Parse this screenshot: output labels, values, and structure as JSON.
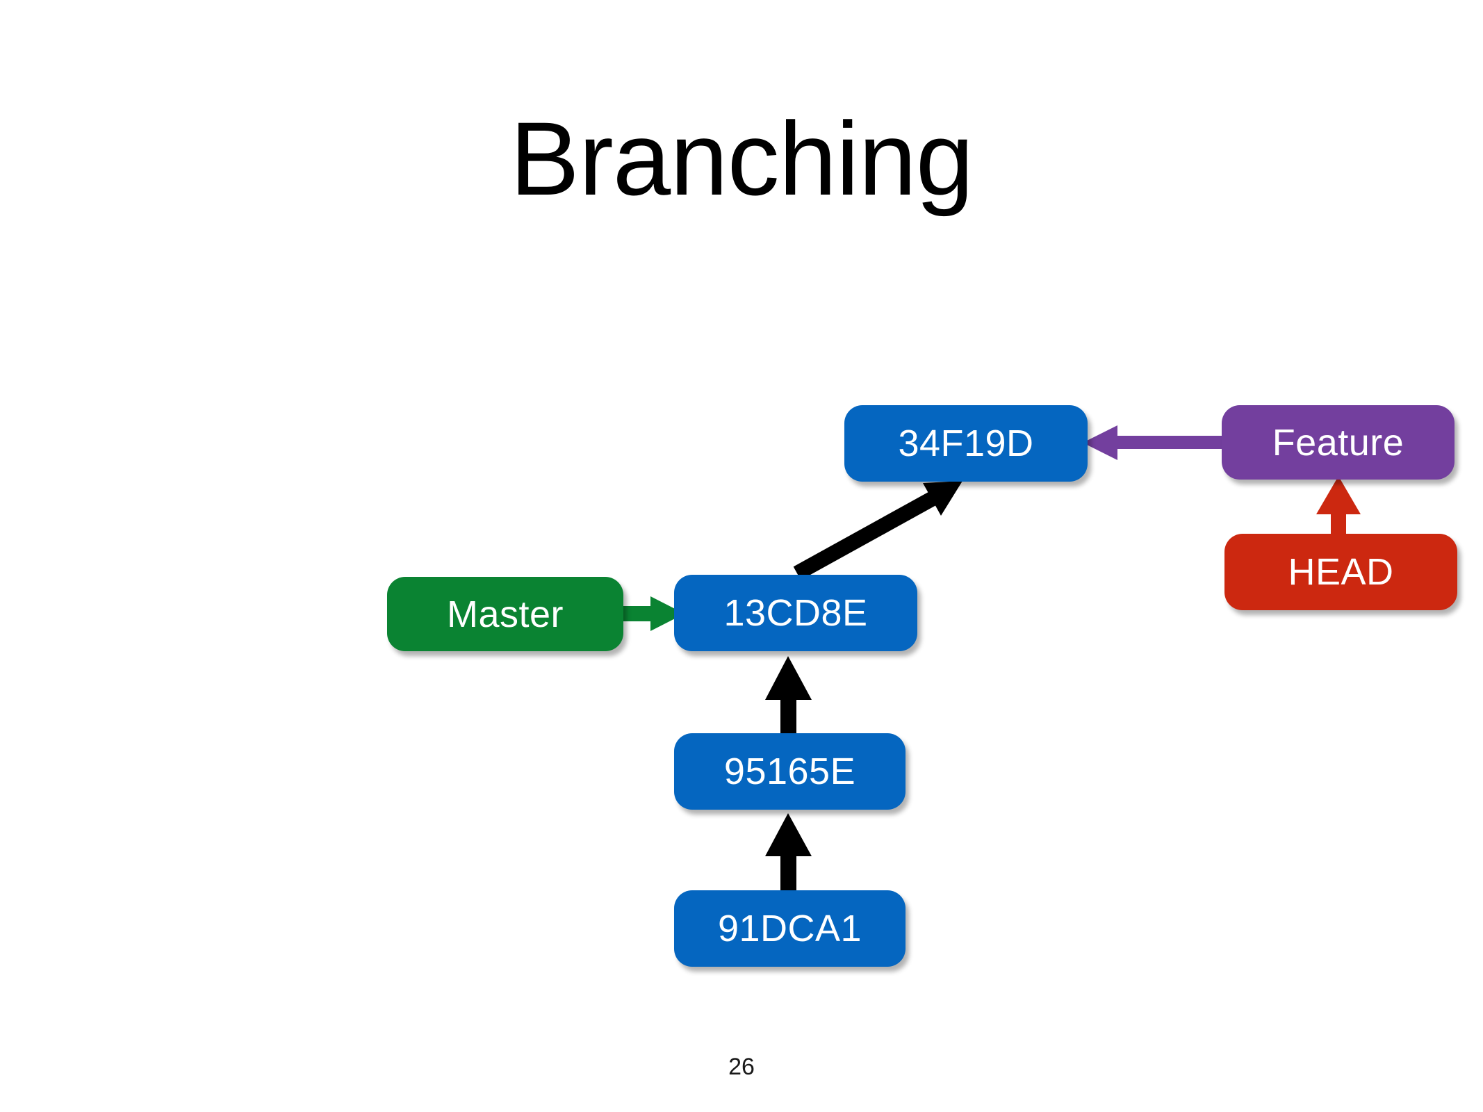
{
  "slide": {
    "title": "Branching",
    "page_number": "26",
    "background_color": "#ffffff"
  },
  "palette": {
    "commit": "#0566c0",
    "branch_master": "#0a8332",
    "branch_feature": "#733f9e",
    "head": "#cc2810",
    "arrow_commit": "#000000",
    "title_text": "#000000",
    "node_text": "#ffffff"
  },
  "diagram": {
    "type": "git-branching-graph",
    "nodes": [
      {
        "id": "34F19D",
        "label": "34F19D",
        "kind": "commit",
        "color": "#0566c0"
      },
      {
        "id": "13CD8E",
        "label": "13CD8E",
        "kind": "commit",
        "color": "#0566c0"
      },
      {
        "id": "95165E",
        "label": "95165E",
        "kind": "commit",
        "color": "#0566c0"
      },
      {
        "id": "91DCA1",
        "label": "91DCA1",
        "kind": "commit",
        "color": "#0566c0"
      },
      {
        "id": "Master",
        "label": "Master",
        "kind": "branch",
        "color": "#0a8332"
      },
      {
        "id": "Feature",
        "label": "Feature",
        "kind": "branch",
        "color": "#733f9e"
      },
      {
        "id": "HEAD",
        "label": "HEAD",
        "kind": "pointer",
        "color": "#cc2810"
      }
    ],
    "edges": [
      {
        "from": "91DCA1",
        "to": "95165E",
        "color": "#000000",
        "style": "vertical-up"
      },
      {
        "from": "95165E",
        "to": "13CD8E",
        "color": "#000000",
        "style": "vertical-up"
      },
      {
        "from": "13CD8E",
        "to": "34F19D",
        "color": "#000000",
        "style": "diagonal-up-right"
      },
      {
        "from": "Master",
        "to": "13CD8E",
        "color": "#0a8332",
        "style": "horizontal-right"
      },
      {
        "from": "Feature",
        "to": "34F19D",
        "color": "#733f9e",
        "style": "horizontal-left"
      },
      {
        "from": "HEAD",
        "to": "Feature",
        "color": "#cc2810",
        "style": "vertical-up"
      }
    ]
  }
}
